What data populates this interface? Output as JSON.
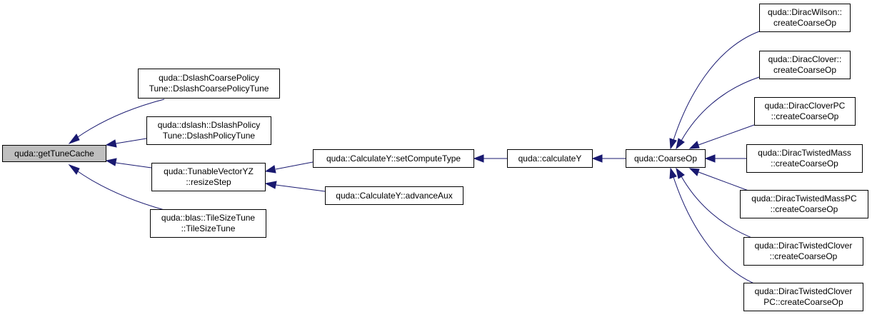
{
  "nodes": {
    "getTuneCache": [
      "quda::getTuneCache"
    ],
    "dslashCoarse": [
      "quda::DslashCoarsePolicy",
      "Tune::DslashCoarsePolicyTune"
    ],
    "dslashPolicy": [
      "quda::dslash::DslashPolicy",
      "Tune::DslashPolicyTune"
    ],
    "tunableVector": [
      "quda::TunableVectorYZ",
      "::resizeStep"
    ],
    "tileSize": [
      "quda::blas::TileSizeTune",
      "::TileSizeTune"
    ],
    "setComputeType": [
      "quda::CalculateY::setComputeType"
    ],
    "advanceAux": [
      "quda::CalculateY::advanceAux"
    ],
    "calculateY": [
      "quda::calculateY"
    ],
    "coarseOp": [
      "quda::CoarseOp"
    ],
    "wilson": [
      "quda::DiracWilson::",
      "createCoarseOp"
    ],
    "clover": [
      "quda::DiracClover::",
      "createCoarseOp"
    ],
    "cloverPC": [
      "quda::DiracCloverPC",
      "::createCoarseOp"
    ],
    "twistedMass": [
      "quda::DiracTwistedMass",
      "::createCoarseOp"
    ],
    "twistedMassPC": [
      "quda::DiracTwistedMassPC",
      "::createCoarseOp"
    ],
    "twistedClover": [
      "quda::DiracTwistedClover",
      "::createCoarseOp"
    ],
    "twistedCloverPC": [
      "quda::DiracTwistedClover",
      "PC::createCoarseOp"
    ]
  },
  "colors": {
    "edge": "#191970",
    "root_fill": "#bfbfbf",
    "node_border": "#000000"
  }
}
